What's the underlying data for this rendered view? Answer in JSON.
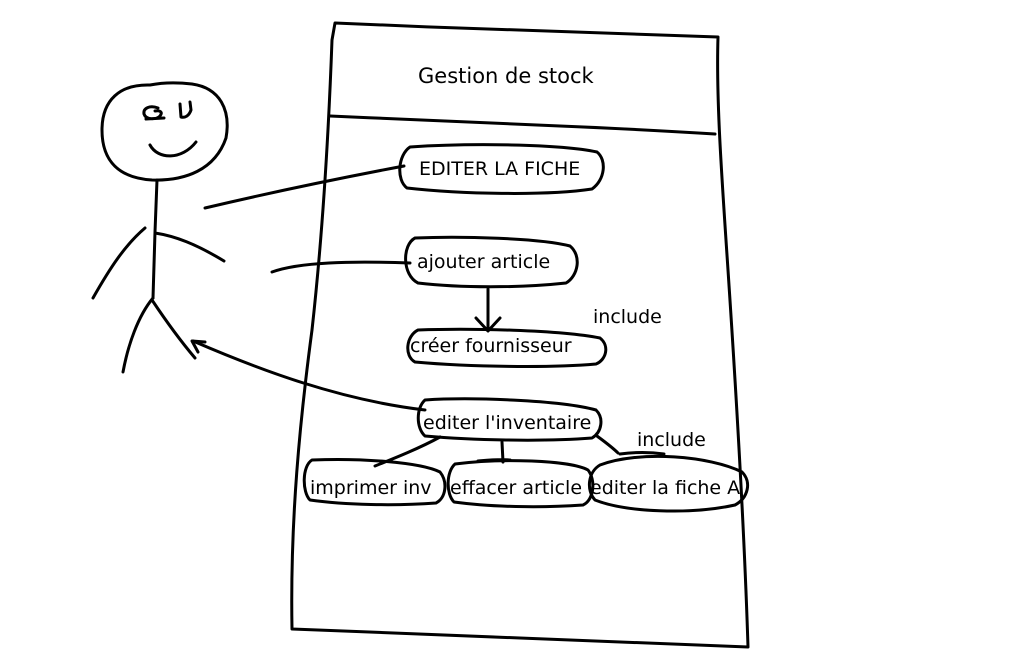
{
  "diagram": {
    "system_title": "Gestion de stock",
    "use_cases": {
      "editer_fiche": "EDITER LA FICHE",
      "ajouter_article": "ajouter article",
      "creer_fournisseur": "créer fournisseur",
      "editer_inventaire": "editer l'inventaire",
      "imprimer_inv": "imprimer inv",
      "effacer_article": "effacer article",
      "editer_fiche_a": "editer la fiche A"
    },
    "relations": {
      "include_1": "include",
      "include_2": "include"
    }
  }
}
